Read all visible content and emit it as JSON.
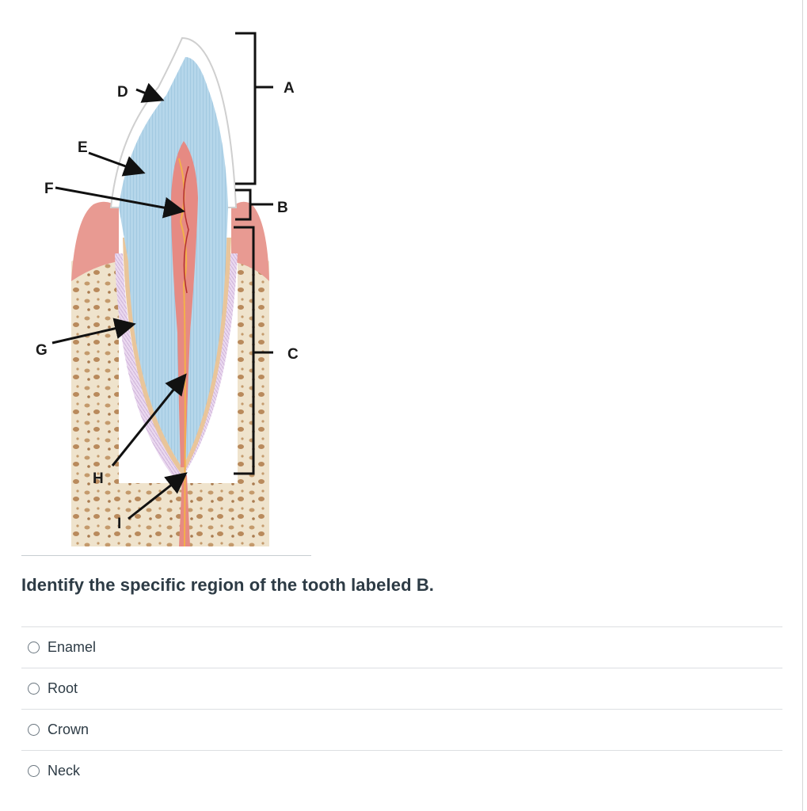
{
  "figure": {
    "labels": {
      "A": "A",
      "B": "B",
      "C": "C",
      "D": "D",
      "E": "E",
      "F": "F",
      "G": "G",
      "H": "H",
      "I": "I"
    }
  },
  "question": {
    "text": "Identify the specific region of the tooth labeled B."
  },
  "answers": [
    {
      "label": "Enamel"
    },
    {
      "label": "Root"
    },
    {
      "label": "Crown"
    },
    {
      "label": "Neck"
    }
  ]
}
